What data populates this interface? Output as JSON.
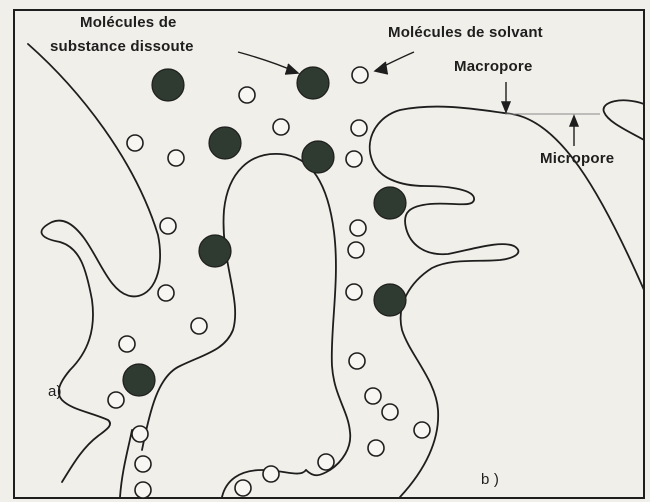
{
  "labels": {
    "solute_line1": "Molécules de",
    "solute_line2": "substance dissoute",
    "solvent": "Molécules de solvant",
    "macropore": "Macropore",
    "micropore": "Micropore",
    "part_a": "a)",
    "part_b": "b )"
  },
  "colors": {
    "background": "#f1efe9",
    "ink": "#1e1e1e",
    "solute_fill": "#2f3b30"
  },
  "legend_items": [
    {
      "symbol": "filled-circle",
      "meaning_label_key": "solute"
    },
    {
      "symbol": "open-circle",
      "meaning_label_key": "solvent"
    }
  ]
}
